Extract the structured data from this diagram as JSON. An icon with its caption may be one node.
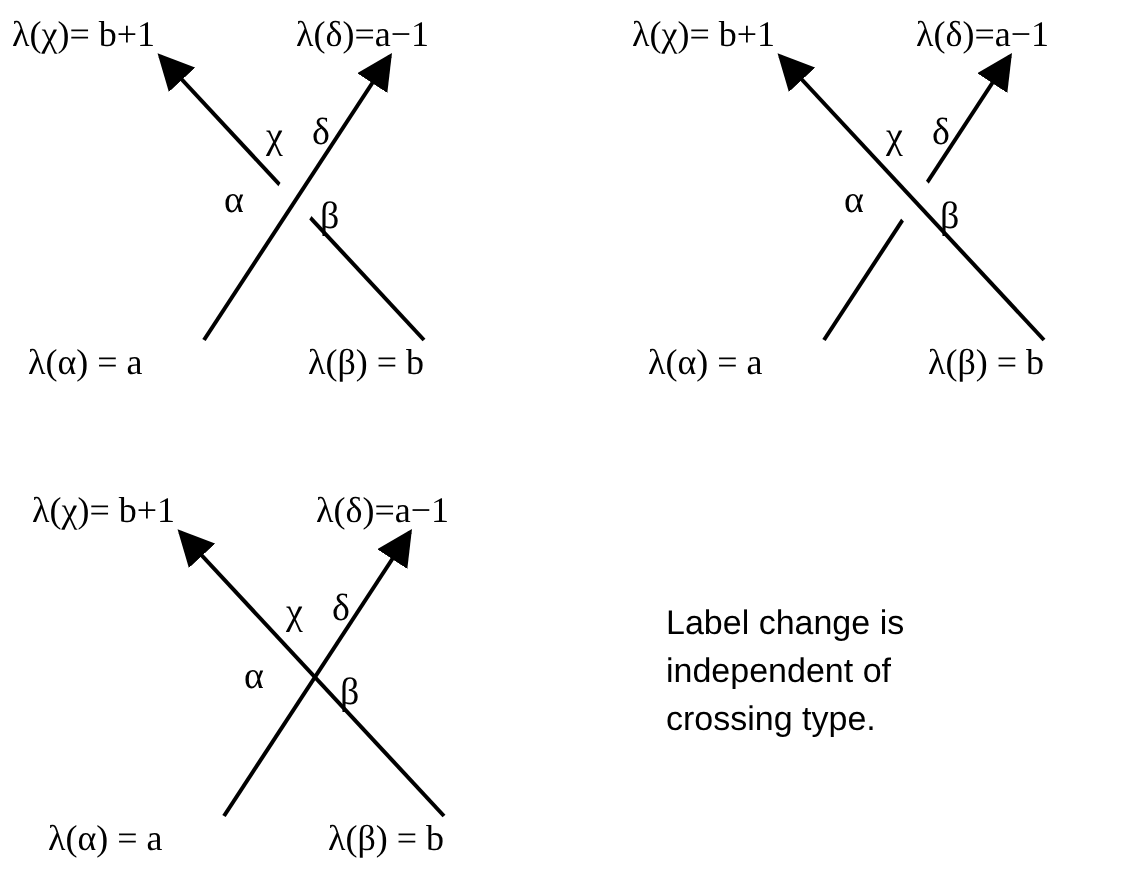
{
  "diagram": {
    "nodes": [
      {
        "text": [
          "λ(χ)= b+1"
        ]
      },
      {
        "text": [
          "λ(δ)=a−1"
        ]
      },
      {
        "text": [
          "λ(α) = a"
        ]
      },
      {
        "text": [
          "λ(β) = b"
        ]
      },
      {
        "text": [
          "λ(χ)= b+1"
        ]
      },
      {
        "text": [
          "λ(δ)=a−1"
        ]
      },
      {
        "text": [
          "λ(α) = a"
        ]
      },
      {
        "text": [
          "λ(β) = b"
        ]
      },
      {
        "text": [
          "λ(χ)= b+1"
        ]
      },
      {
        "text": [
          "λ(δ)=a−1"
        ]
      },
      {
        "text": [
          "λ(α) = a"
        ]
      },
      {
        "text": [
          "λ(β) = b"
        ]
      }
    ],
    "edges": [
      {
        "from": 2,
        "to": 1,
        "arrow": "to"
      },
      {
        "from": 3,
        "to": 0,
        "arrow": "to"
      },
      {
        "from": 6,
        "to": 5,
        "arrow": "to"
      },
      {
        "from": 7,
        "to": 4,
        "arrow": "to"
      },
      {
        "from": 10,
        "to": 9,
        "arrow": "to"
      },
      {
        "from": 11,
        "to": 8,
        "arrow": "to"
      }
    ],
    "labels": [
      "χ",
      "δ",
      "α",
      "β",
      "χ",
      "δ",
      "α",
      "β",
      "χ",
      "δ",
      "α",
      "β",
      "Label change is independent of crossing type."
    ]
  }
}
